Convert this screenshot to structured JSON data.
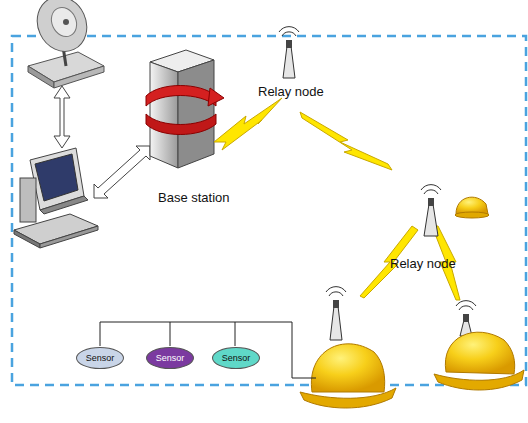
{
  "diagram": {
    "nodes": [
      {
        "text": [
          "Sensor"
        ]
      },
      {
        "text": [
          "Sensor"
        ]
      },
      {
        "text": [
          "Sensor"
        ]
      }
    ],
    "labels": [
      "Base station",
      "Relay node",
      "Relay node"
    ]
  }
}
